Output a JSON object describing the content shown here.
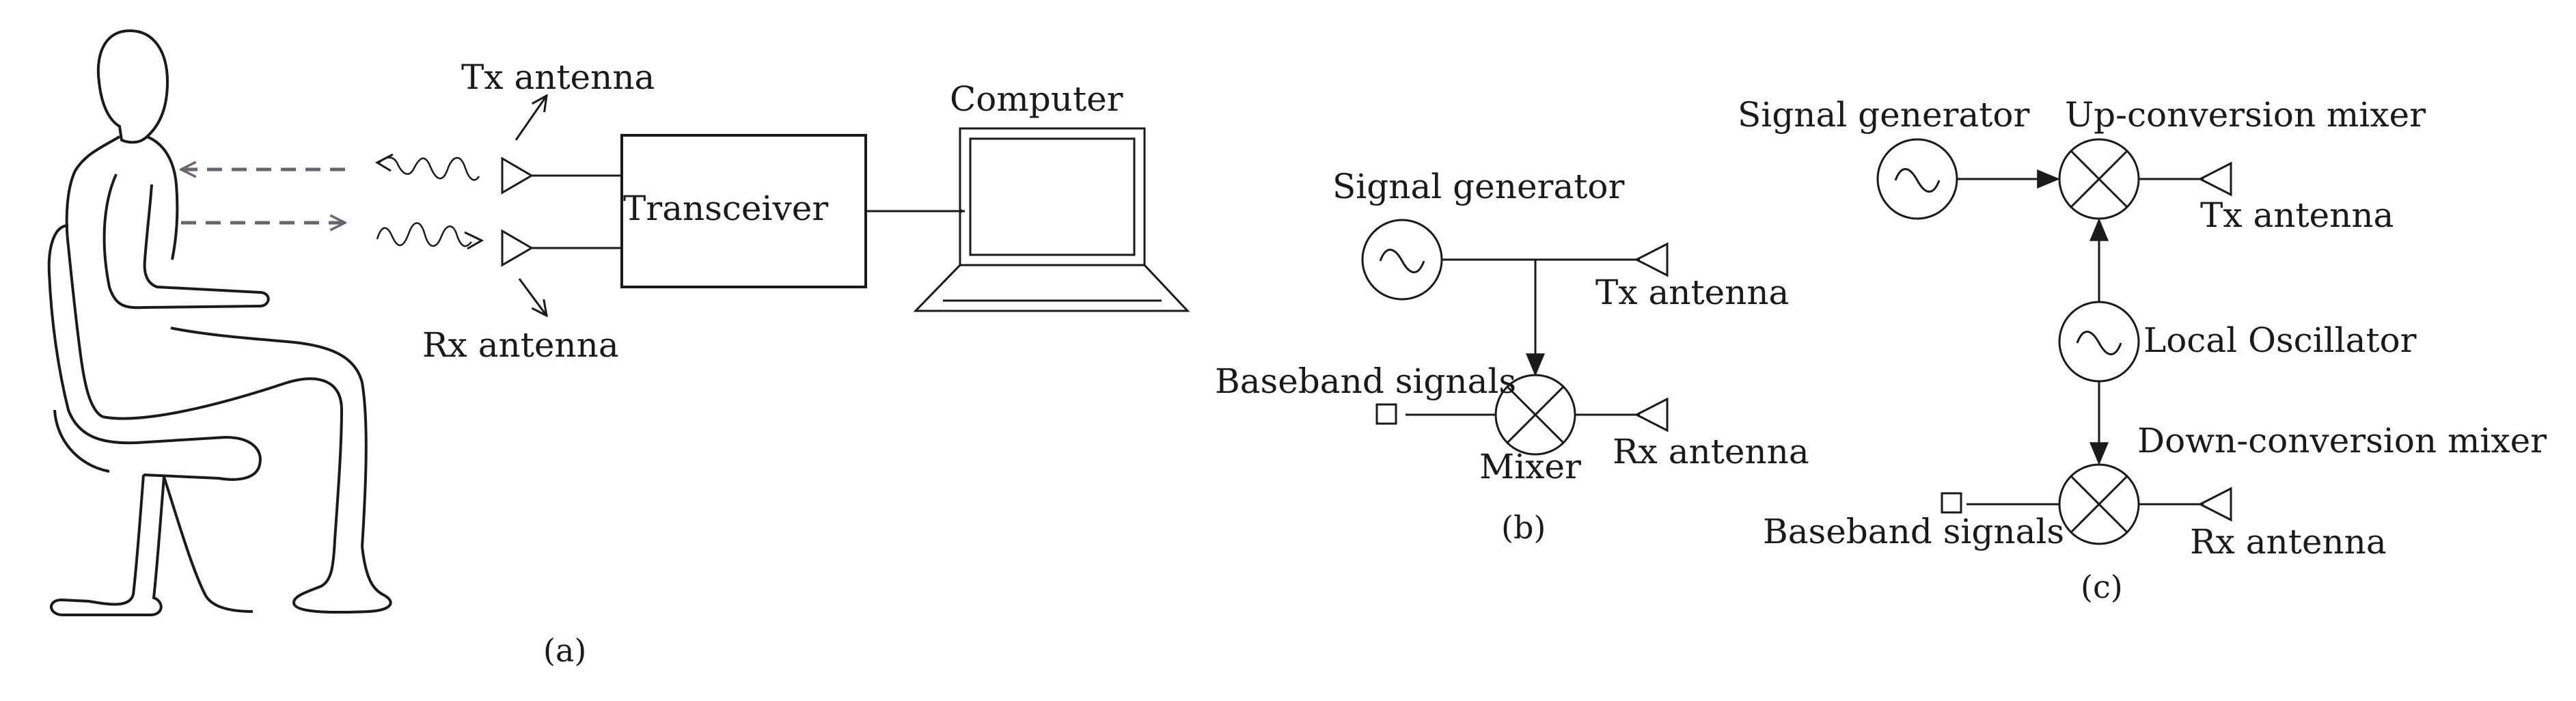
{
  "panel_a": {
    "tx_antenna": "Tx antenna",
    "rx_antenna": "Rx antenna",
    "transceiver": "Transceiver",
    "computer": "Computer",
    "caption": "(a)"
  },
  "panel_b": {
    "signal_generator": "Signal generator",
    "tx_antenna": "Tx antenna",
    "baseband_signals": "Baseband signals",
    "mixer": "Mixer",
    "rx_antenna": "Rx antenna",
    "caption": "(b)"
  },
  "panel_c": {
    "signal_generator": "Signal generator",
    "up_mixer": "Up-conversion mixer",
    "tx_antenna": "Tx antenna",
    "local_oscillator": "Local Oscillator",
    "down_mixer": "Down-conversion mixer",
    "baseband_signals": "Baseband signals",
    "rx_antenna": "Rx antenna",
    "caption": "(c)"
  }
}
